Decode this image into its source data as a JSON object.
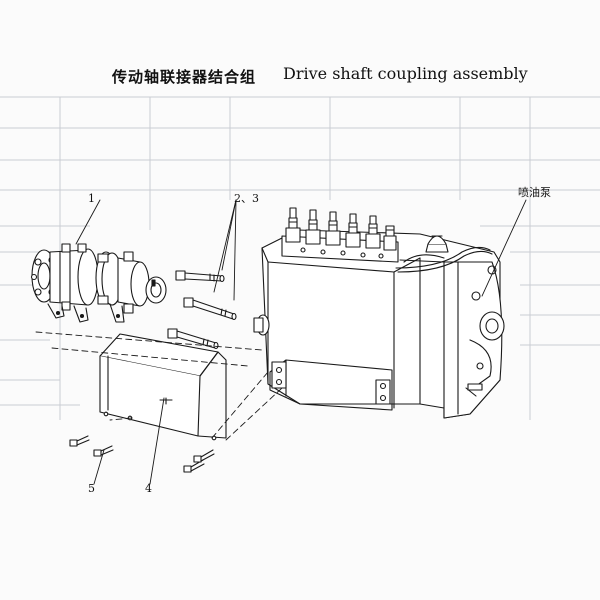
{
  "title": {
    "chinese": "传动轴联接器结合组",
    "english": "Drive shaft coupling assembly"
  },
  "callouts": {
    "part_1": "1",
    "part_2_3": "2、3",
    "part_4": "4",
    "part_5": "5",
    "pump": "喷油泵"
  },
  "colors": {
    "line": "#1a1a1a",
    "bleed": "#c9ccd3",
    "paper": "#fbfbfb"
  }
}
